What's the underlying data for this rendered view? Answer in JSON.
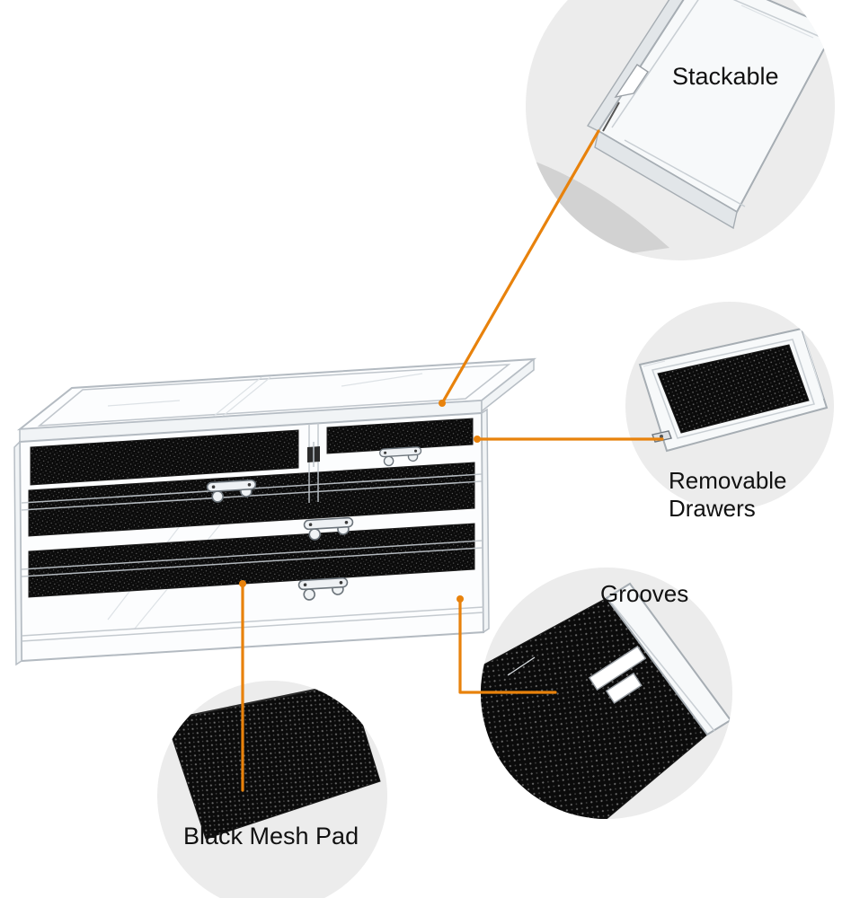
{
  "callouts": {
    "stackable": {
      "label": "Stackable"
    },
    "removable_drawers": {
      "label_line1": "Removable",
      "label_line2": "Drawers"
    },
    "grooves": {
      "label": "Grooves"
    },
    "black_mesh_pad": {
      "label": "Black Mesh Pad"
    }
  },
  "colors": {
    "accent_orange": "#E8820C",
    "circle_background": "#ECECEC",
    "mesh_black": "#0B0B0B",
    "label_text": "#111111",
    "page_background": "#FFFFFF"
  }
}
